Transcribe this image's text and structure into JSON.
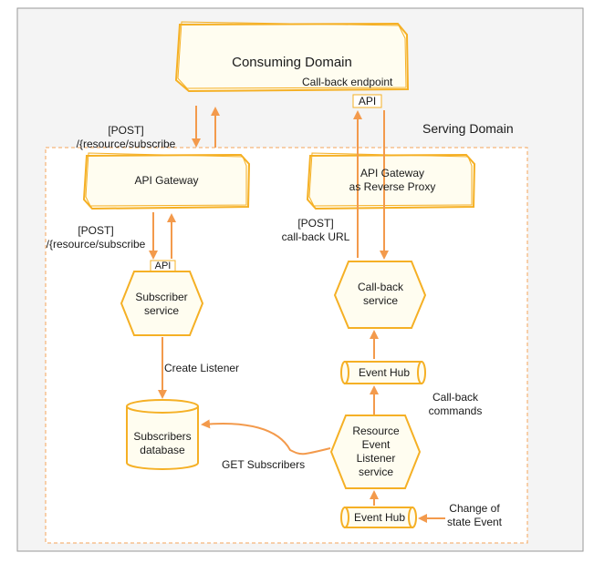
{
  "nodes": {
    "consuming": "Consuming Domain",
    "callback_endpoint": "Call-back endpoint",
    "api_top": "API",
    "serving_domain": "Serving Domain",
    "api_gateway": "API Gateway",
    "api_gateway_proxy": "API Gateway\nas Reverse Proxy",
    "api_subscriber": "API",
    "subscriber_service": "Subscriber\nservice",
    "callback_service": "Call-back\nservice",
    "event_hub_upper": "Event Hub",
    "subscribers_db": "Subscribers\ndatabase",
    "resource_listener": "Resource\nEvent\nListener\nservice",
    "event_hub_lower": "Event Hub"
  },
  "labels": {
    "post_subscribe_top": "[POST]\n/{resource/subscribe",
    "post_subscribe_mid": "[POST]\n/{resource/subscribe",
    "post_callback": "[POST]\ncall-back URL",
    "create_listener": "Create Listener",
    "get_subscribers": "GET Subscribers",
    "callback_commands": "Call-back\ncommands",
    "change_state": "Change of\nstate Event"
  },
  "colors": {
    "stroke": "#f5a623",
    "arrow": "#f39a4c",
    "fill": "#fffdf0",
    "frame": "#999999",
    "panel": "#ffffff"
  }
}
